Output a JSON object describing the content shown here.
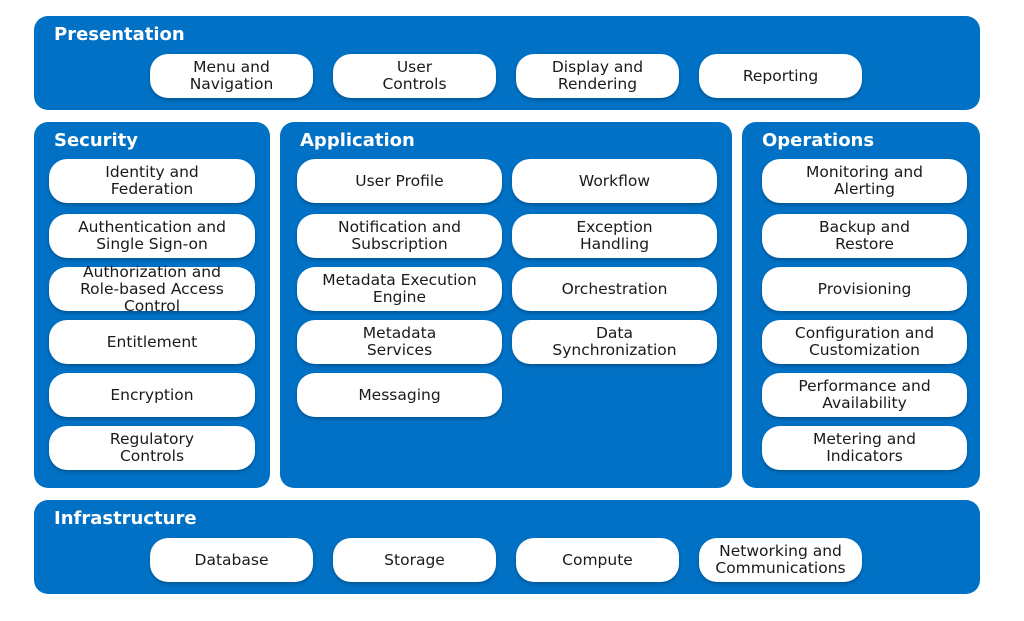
{
  "colors": {
    "panel": "#0071c5",
    "box": "#ffffff",
    "text": "#1a1a1a"
  },
  "presentation": {
    "title": "Presentation",
    "items": [
      "Menu and\nNavigation",
      "User\nControls",
      "Display and\nRendering",
      "Reporting"
    ]
  },
  "security": {
    "title": "Security",
    "items": [
      "Identity and\nFederation",
      "Authentication and\nSingle Sign-on",
      "Authorization and\nRole-based Access Control",
      "Entitlement",
      "Encryption",
      "Regulatory\nControls"
    ]
  },
  "application": {
    "title": "Application",
    "left_items": [
      "User Profile",
      "Notification and\nSubscription",
      "Metadata Execution\nEngine",
      "Metadata\nServices",
      "Messaging"
    ],
    "right_items": [
      "Workflow",
      "Exception\nHandling",
      "Orchestration",
      "Data\nSynchronization"
    ]
  },
  "operations": {
    "title": "Operations",
    "items": [
      "Monitoring and\nAlerting",
      "Backup and\nRestore",
      "Provisioning",
      "Configuration and\nCustomization",
      "Performance and\nAvailability",
      "Metering and\nIndicators"
    ]
  },
  "infrastructure": {
    "title": "Infrastructure",
    "items": [
      "Database",
      "Storage",
      "Compute",
      "Networking and\nCommunications"
    ]
  }
}
